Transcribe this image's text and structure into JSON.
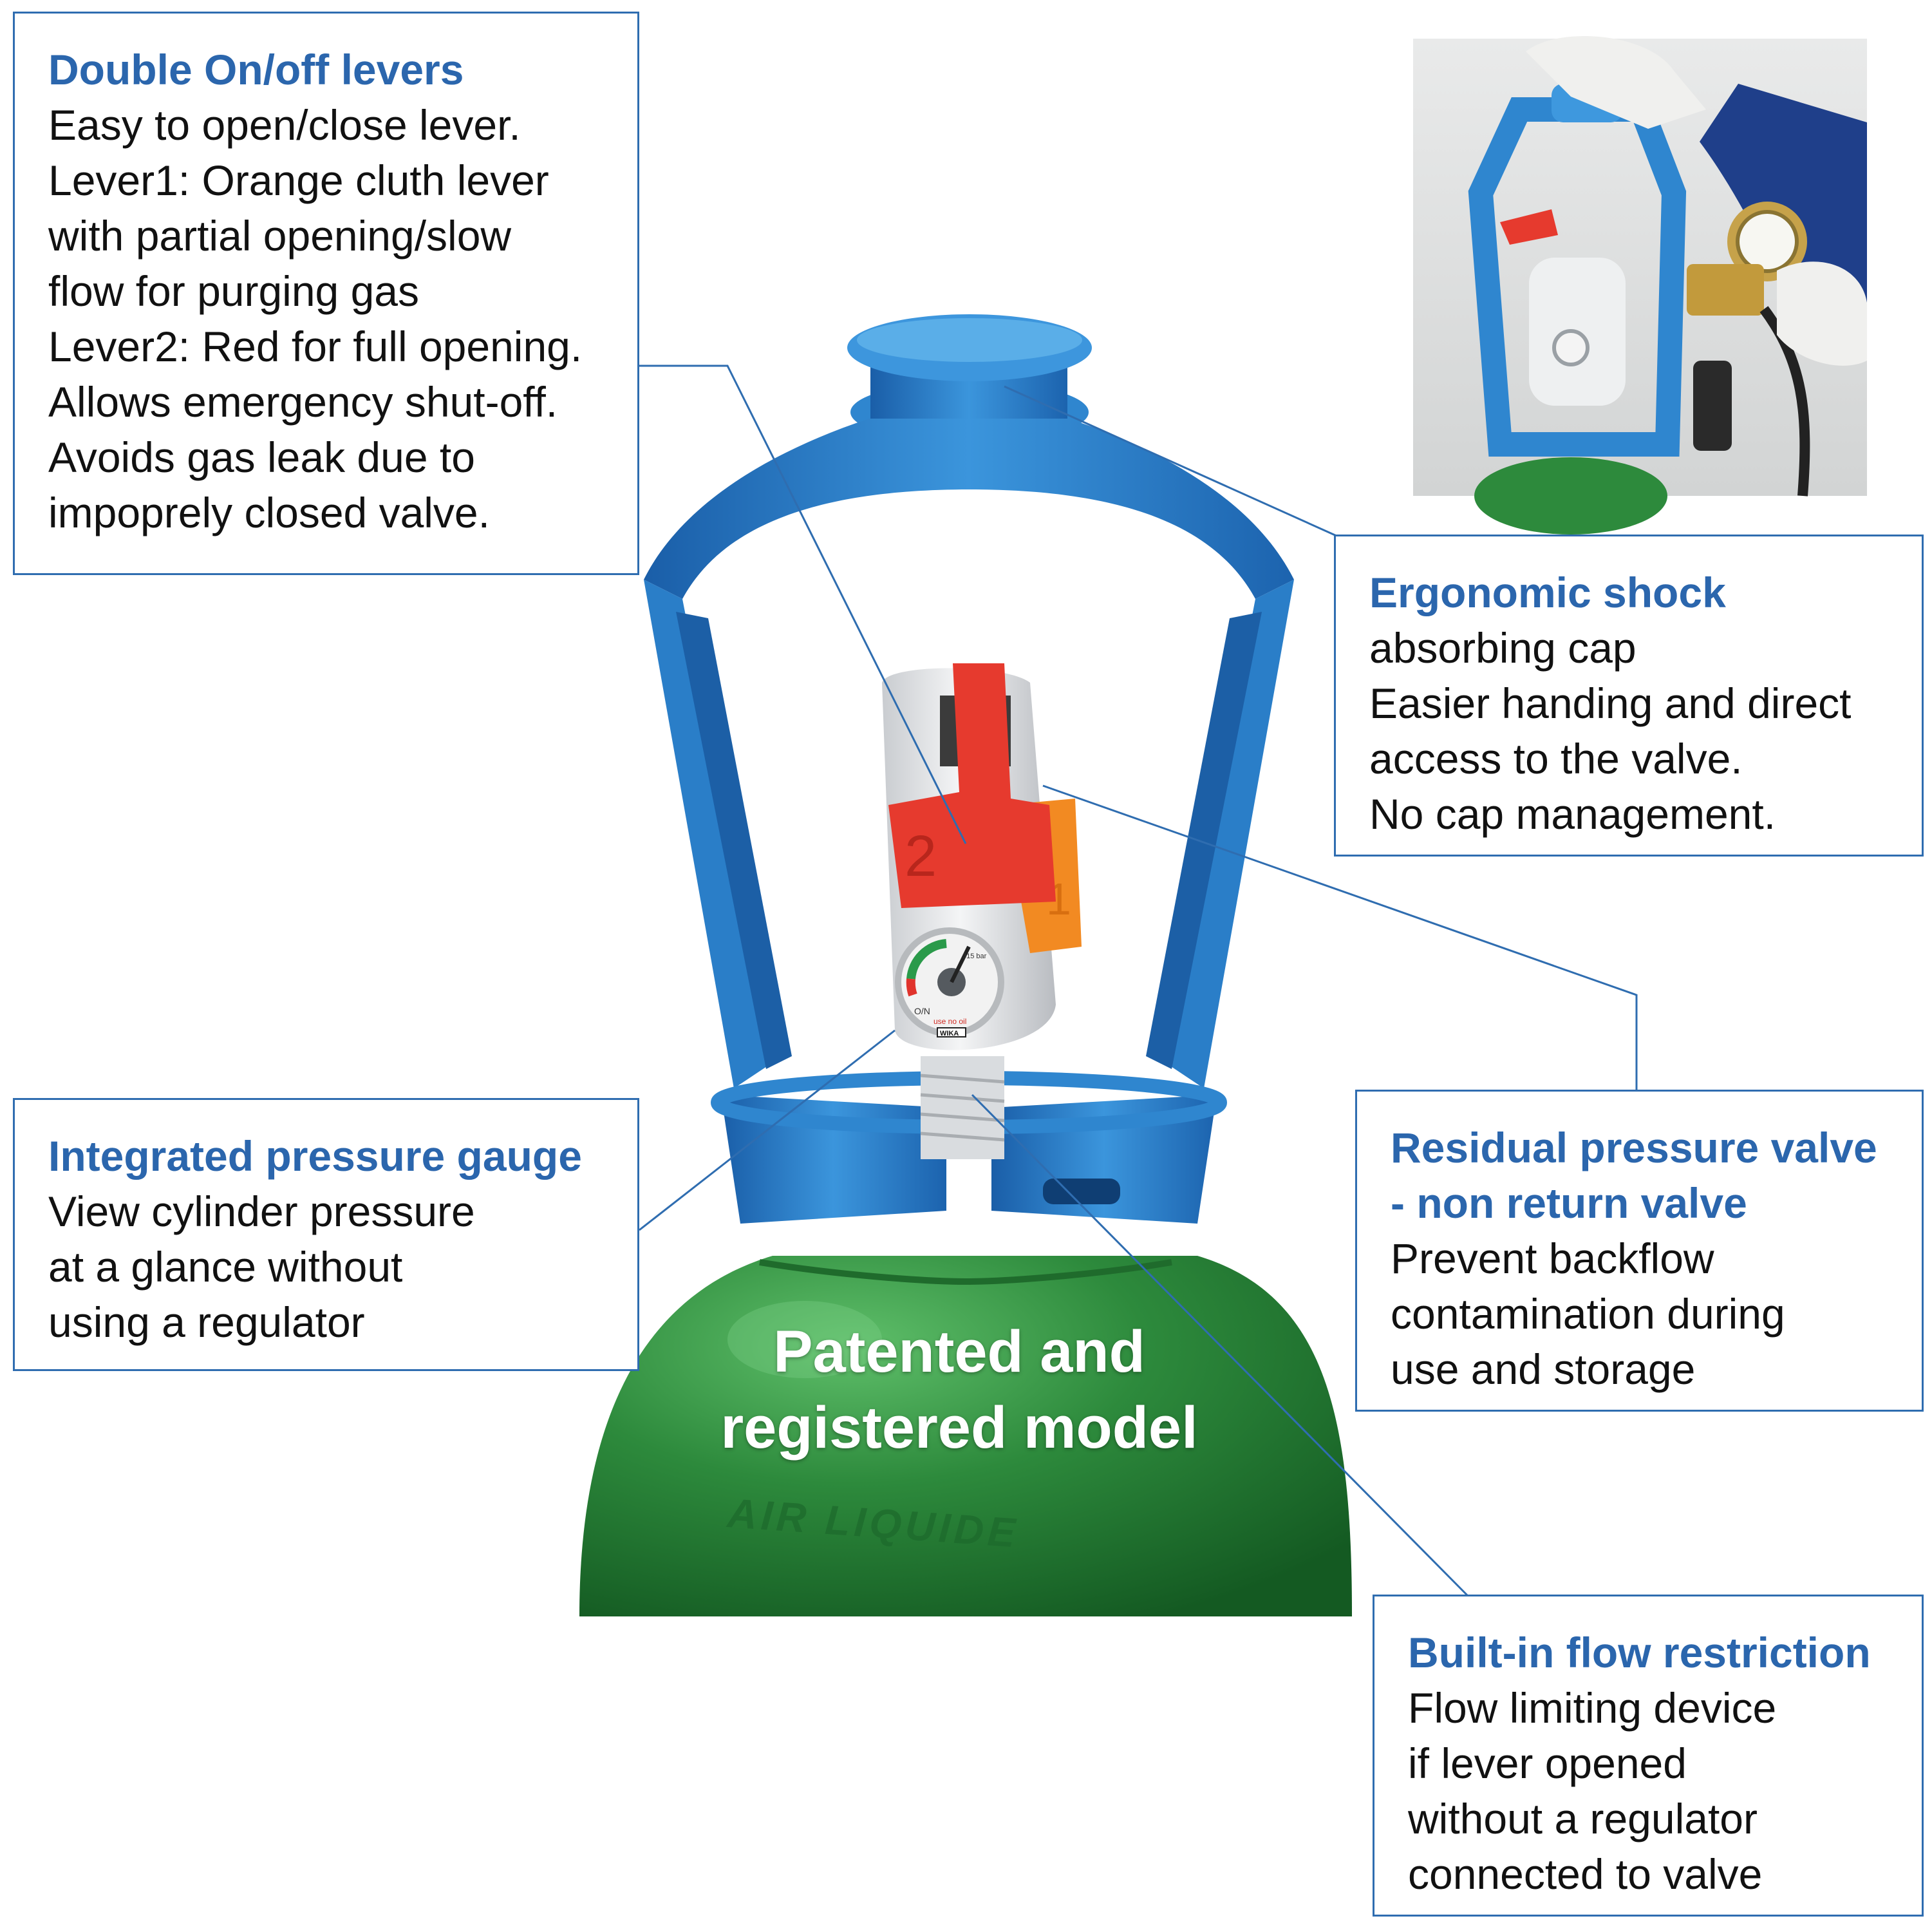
{
  "colors": {
    "accent_blue": "#2b66ad",
    "cap_blue": "#2f86cf",
    "cylinder_green": "#2d8a3c",
    "lever_red": "#e63a2e",
    "lever_orange": "#f28a22"
  },
  "callouts": {
    "double_levers": {
      "title": "Double On/off levers",
      "lines": [
        "Easy to open/close lever.",
        "Lever1: Orange cluth lever",
        "with partial opening/slow",
        "flow for purging gas",
        "Lever2: Red for full opening.",
        "Allows emergency shut-off.",
        "Avoids gas leak due to",
        "impoprely closed valve."
      ]
    },
    "ergonomic_cap": {
      "title": "Ergonomic shock",
      "lines": [
        "absorbing cap",
        "Easier handing and direct",
        "access to the valve.",
        "No cap management."
      ]
    },
    "pressure_gauge": {
      "title": "Integrated pressure gauge",
      "lines": [
        "View cylinder pressure",
        "at a glance without",
        "using a regulator"
      ]
    },
    "residual_valve": {
      "title_lines": [
        "Residual pressure valve",
        "- non return valve"
      ],
      "lines": [
        "Prevent backflow",
        "contamination during",
        "use and storage"
      ]
    },
    "flow_restriction": {
      "title": "Built-in flow restriction",
      "lines": [
        "Flow limiting device",
        "if lever opened",
        "without a regulator",
        "connected to valve"
      ]
    }
  },
  "product": {
    "overlay_line1": "Patented and",
    "overlay_line2": "registered model",
    "brand_text": "AIR LIQUIDE",
    "lever1_number": "1",
    "lever2_number": "2",
    "gauge_brand": "WIKA",
    "gauge_on_label": "O/N",
    "gauge_max_label": "315 bar",
    "gauge_warning": "use no oil"
  }
}
